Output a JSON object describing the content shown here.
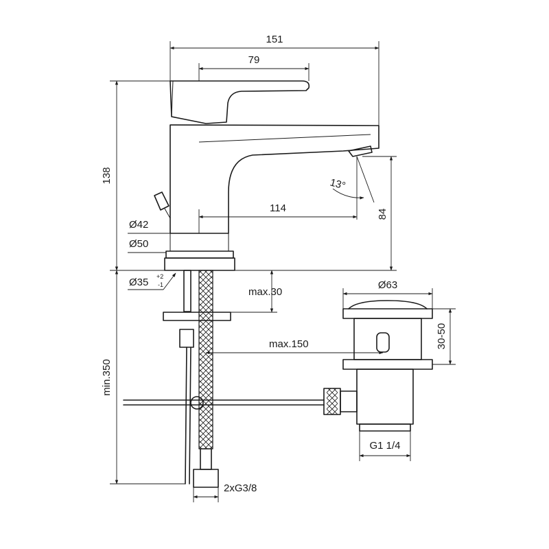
{
  "dimensions": {
    "overall_width": "151",
    "lever_length": "79",
    "height": "138",
    "spout_reach": "114",
    "spout_height": "84",
    "spout_angle": "13°",
    "diameter_42": "Ø42",
    "diameter_50": "Ø50",
    "hole_diameter": "Ø35",
    "hole_tol_plus": "+2",
    "hole_tol_minus": "-1",
    "deck_max": "max.30",
    "waste_max": "max.150",
    "waste_diameter": "Ø63",
    "waste_height": "30-50",
    "waste_thread": "G1 1/4",
    "min_height": "min.350",
    "hose_thread": "2xG3/8"
  }
}
